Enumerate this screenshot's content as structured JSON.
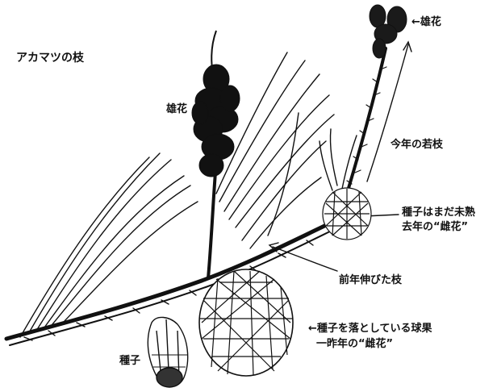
{
  "title": "アカマツの枝",
  "labels": {
    "male_flower_top": "←雄花",
    "male_flower_left": "雄花",
    "young_shoot": "今年の若枝",
    "immature_cone_line1": "種子はまだ未熟",
    "immature_cone_line2": "去年の“雌花”",
    "last_year_growth": "前年伸びた枝",
    "mature_cone_line1": "←種子を落としている球果",
    "mature_cone_line2": "一昨年の“雌花”",
    "seed": "種子"
  }
}
